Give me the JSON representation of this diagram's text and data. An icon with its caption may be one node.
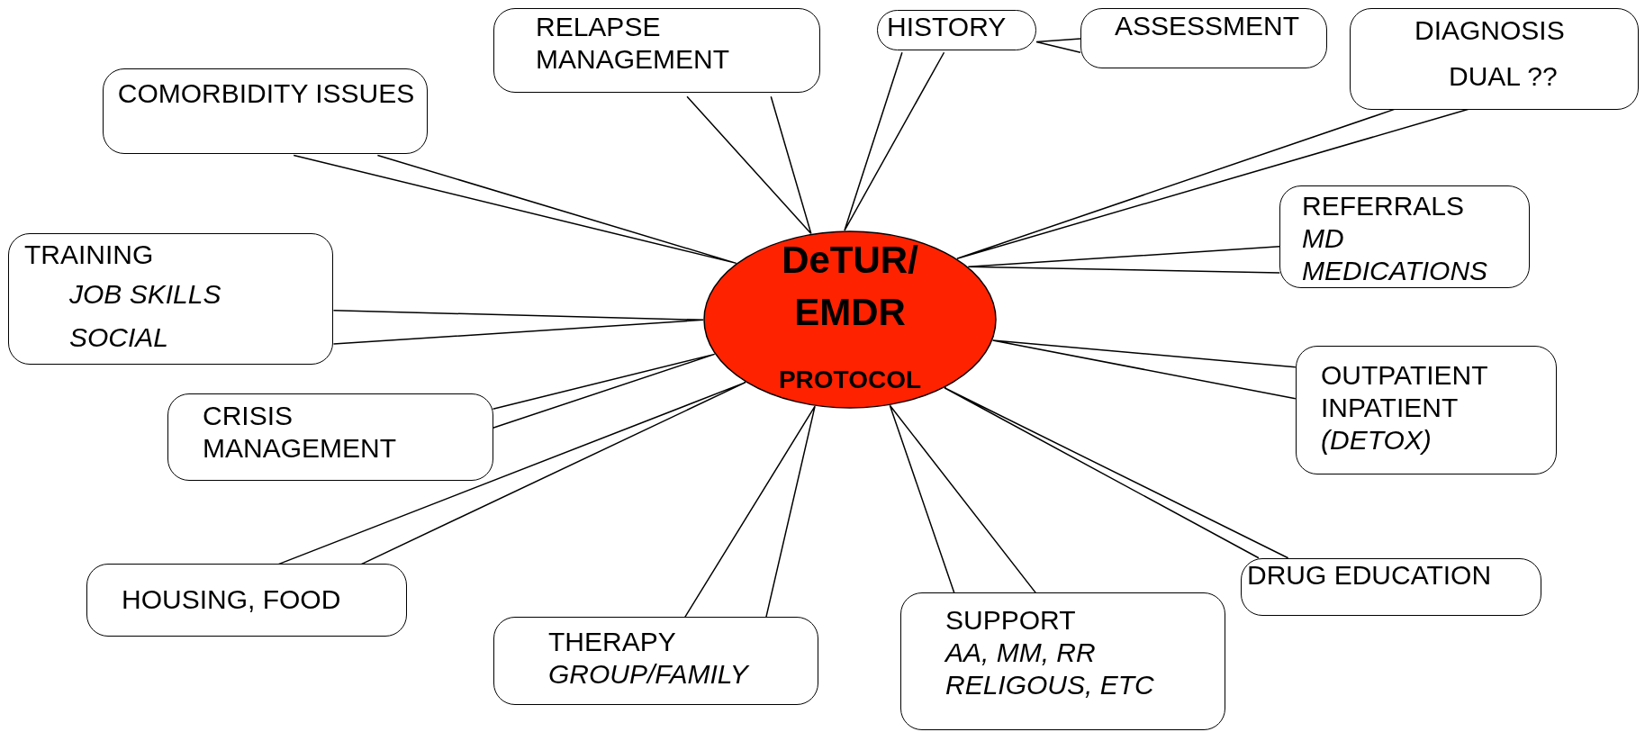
{
  "diagram": {
    "nodes": [
      {
        "text": [
          "RELAPSE MANAGEMENT"
        ]
      },
      {
        "text": [
          "HISTORY"
        ]
      },
      {
        "text": [
          "ASSESSMENT"
        ]
      },
      {
        "text": [
          "DIAGNOSIS",
          "DUAL ??"
        ]
      },
      {
        "text": [
          "COMORBIDITY ISSUES"
        ]
      },
      {
        "text": [
          "DeTUR/ EMDR",
          "PROTOCOL"
        ]
      },
      {
        "text": [
          "REFERRALS",
          "MD MEDICATIONS"
        ]
      },
      {
        "text": [
          "TRAINING",
          "JOB SKILLS",
          "SOCIAL"
        ]
      },
      {
        "text": [
          "OUTPATIENT INPATIENT",
          "(DETOX)"
        ]
      },
      {
        "text": [
          "CRISIS MANAGEMENT"
        ]
      },
      {
        "text": [
          "HOUSING, FOOD"
        ]
      },
      {
        "text": [
          "DRUG EDUCATION"
        ]
      },
      {
        "text": [
          "THERAPY",
          "GROUP/FAMILY"
        ]
      },
      {
        "text": [
          "SUPPORT",
          "AA, MM, RR RELIGOUS, ETC"
        ]
      }
    ],
    "edges": [
      {
        "from": 0,
        "to": 5,
        "arrow": "none"
      },
      {
        "from": 1,
        "to": 5,
        "arrow": "none"
      },
      {
        "from": 2,
        "to": 1,
        "arrow": "none"
      },
      {
        "from": 3,
        "to": 5,
        "arrow": "none"
      },
      {
        "from": 4,
        "to": 5,
        "arrow": "none"
      },
      {
        "from": 6,
        "to": 5,
        "arrow": "none"
      },
      {
        "from": 7,
        "to": 5,
        "arrow": "none"
      },
      {
        "from": 8,
        "to": 5,
        "arrow": "none"
      },
      {
        "from": 9,
        "to": 5,
        "arrow": "none"
      },
      {
        "from": 10,
        "to": 5,
        "arrow": "none"
      },
      {
        "from": 11,
        "to": 5,
        "arrow": "none"
      },
      {
        "from": 12,
        "to": 5,
        "arrow": "none"
      },
      {
        "from": 13,
        "to": 5,
        "arrow": "none"
      }
    ]
  }
}
